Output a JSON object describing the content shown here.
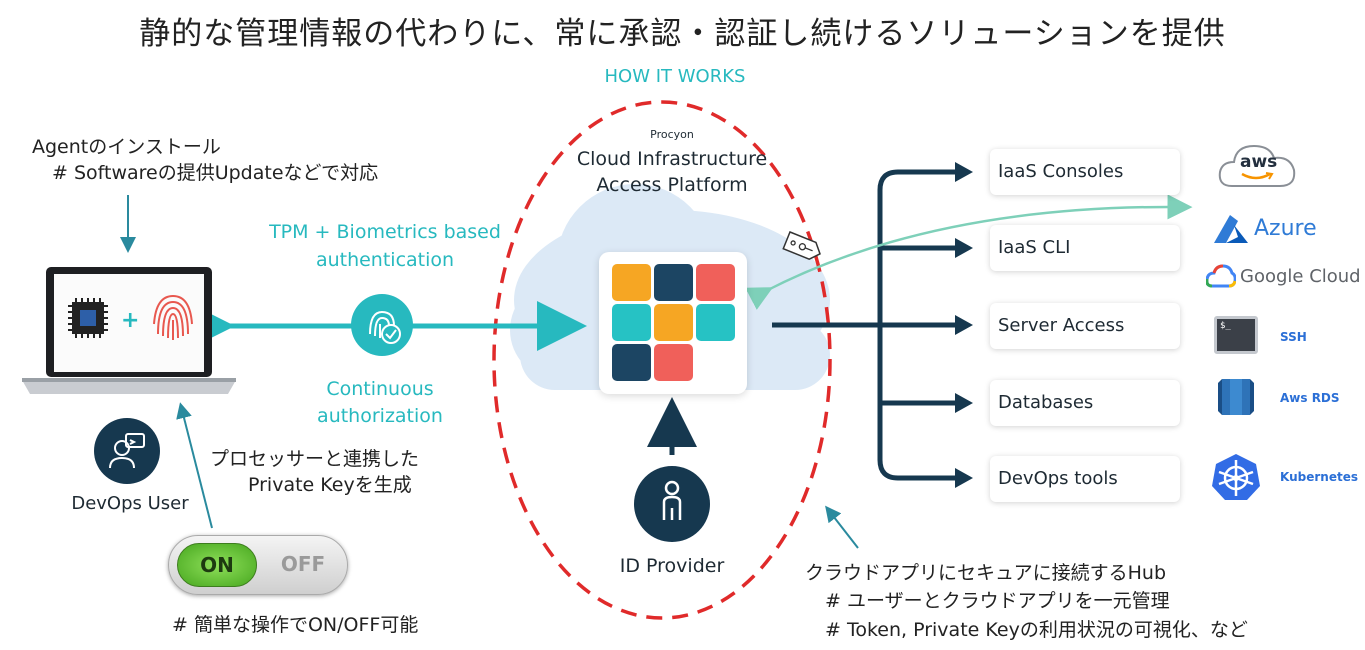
{
  "title": "静的な管理情報の代わりに、常に承認・認証し続けるソリューションを提供",
  "how_it_works": "HOW IT WORKS",
  "agent_note": {
    "line1": "Agentのインストール",
    "line2": "# Softwareの提供Updateなどで対応"
  },
  "auth": {
    "line1": "TPM + Biometrics based",
    "line2": "authentication"
  },
  "continuous": {
    "line1": "Continuous",
    "line2": "authorization"
  },
  "laptop": {
    "plus": "+"
  },
  "devops_user": "DevOps User",
  "private_key_note": {
    "line1": "プロセッサーと連携した",
    "line2": "Private Keyを生成"
  },
  "toggle": {
    "on": "ON",
    "off": "OFF"
  },
  "toggle_note": "# 簡単な操作でON/OFF可能",
  "platform": {
    "brand": "Procyon",
    "line1": "Cloud Infrastructure",
    "line2": "Access Platform"
  },
  "id_provider": "ID Provider",
  "hub_note": {
    "line1": "クラウドアプリにセキュアに接続するHub",
    "line2": "# ユーザーとクラウドアプリを一元管理",
    "line3": "# Token, Private Keyの利用状況の可視化、など"
  },
  "services": [
    {
      "label": "IaaS Consoles"
    },
    {
      "label": "IaaS CLI"
    },
    {
      "label": "Server Access"
    },
    {
      "label": "Databases"
    },
    {
      "label": "DevOps tools"
    }
  ],
  "logos": {
    "aws": "aws",
    "azure": "Azure",
    "google": "Google Cloud",
    "ssh": "SSH",
    "rds": "Aws RDS",
    "k8s": "Kubernetes",
    "terminal_prompt": "$_"
  },
  "colors": {
    "teal": "#27b9bf",
    "navy": "#16384f",
    "red_dash": "#e02a2a",
    "tile_orange": "#f6a623",
    "tile_navy": "#1c4563",
    "tile_red": "#f0605a",
    "tile_teal": "#26c2c4"
  }
}
